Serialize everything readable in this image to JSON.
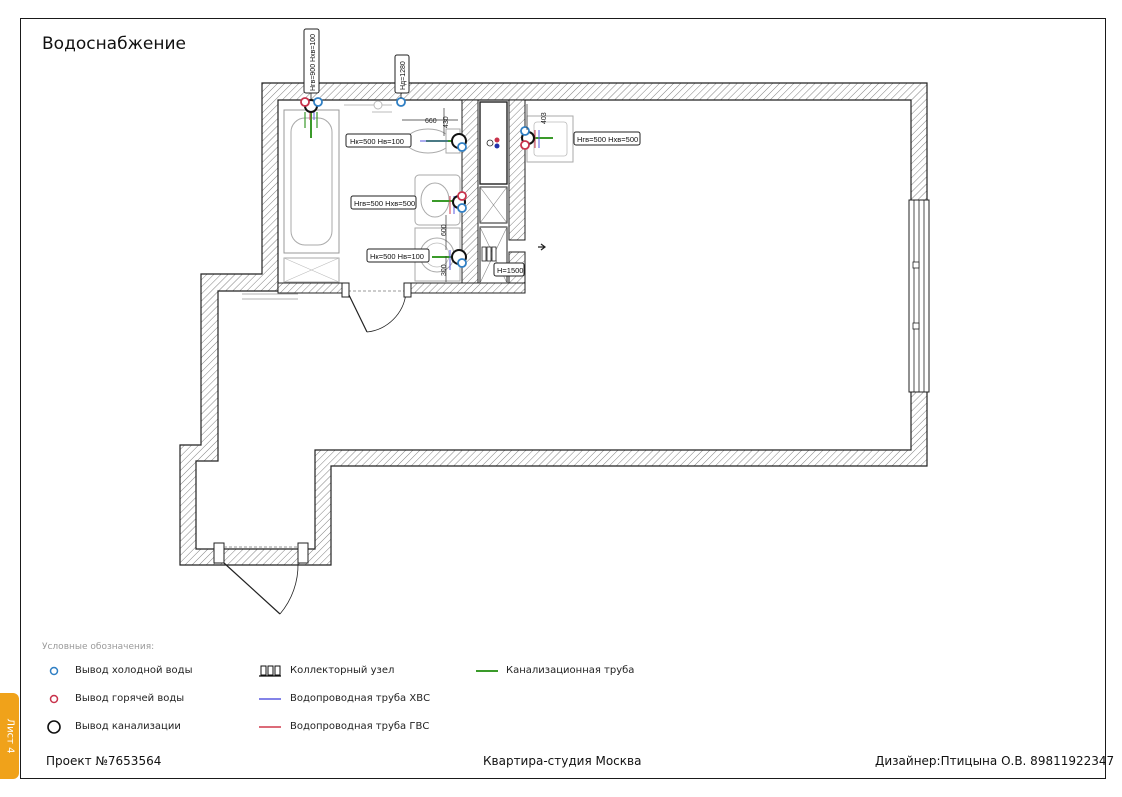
{
  "page": {
    "title": "Водоснабжение",
    "sheet_tab": "Лист 4"
  },
  "plan": {
    "labels": {
      "bath_outlet": "Hгв=900 Hхв=100",
      "bath_sensor": "Hд=1280",
      "toilet_outlet": "Hк=500 Hв=100",
      "sink_outlet": "Hгв=500 Hхв=500",
      "washer_outlet": "Hк=500 Hв=100",
      "kitchen_outlet": "Hгв=500 Hхв=500",
      "collector_height": "H=1500"
    },
    "dimensions": {
      "d660": "660",
      "d430": "430",
      "d403": "403",
      "d600": "600",
      "d300": "300"
    }
  },
  "legend": {
    "title": "Условные обозначения:",
    "items": {
      "cold": "Вывод холодной воды",
      "hot": "Вывод горячей воды",
      "sewer": "Вывод канализации",
      "collector": "Коллекторный узел",
      "pipe_cold": "Водопроводная труба ХВС",
      "pipe_hot": "Водопроводная труба ГВС",
      "sewer_pipe": "Канализационная труба"
    }
  },
  "footer": {
    "project": "Проект №7653564",
    "apartment": "Квартира-студия Москва",
    "designer": "Дизайнер:Птицына О.В. 89811922347"
  },
  "colors": {
    "cold": "#2f7fc4",
    "hot": "#c8324b",
    "sewer_pipe": "#3a9a2a",
    "pipe_cold": "#5a5ae0",
    "pipe_hot": "#d03a4c",
    "accent": "#f0a21a"
  }
}
